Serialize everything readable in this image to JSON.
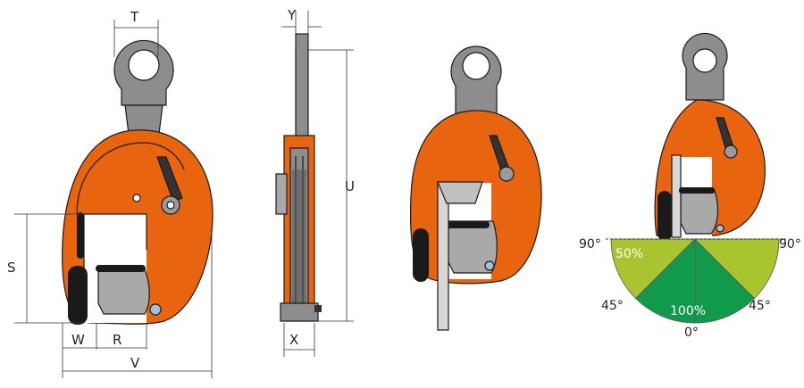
{
  "dimensions": {
    "T": "T",
    "Y": "Y",
    "U": "U",
    "S": "S",
    "W": "W",
    "R": "R",
    "V": "V",
    "X": "X"
  },
  "load_diagram": {
    "angles": {
      "left_horizontal": "90°",
      "right_horizontal": "90°",
      "left_diagonal": "45°",
      "right_diagonal": "45°",
      "bottom": "0°"
    },
    "zones": {
      "reduced": "50%",
      "full": "100%"
    },
    "colors": {
      "reduced": "#a8c42e",
      "full": "#129a4c",
      "clamp_body": "#e8640f",
      "eye": "#8d8d8d",
      "jaw": "#a9a9a9"
    }
  }
}
